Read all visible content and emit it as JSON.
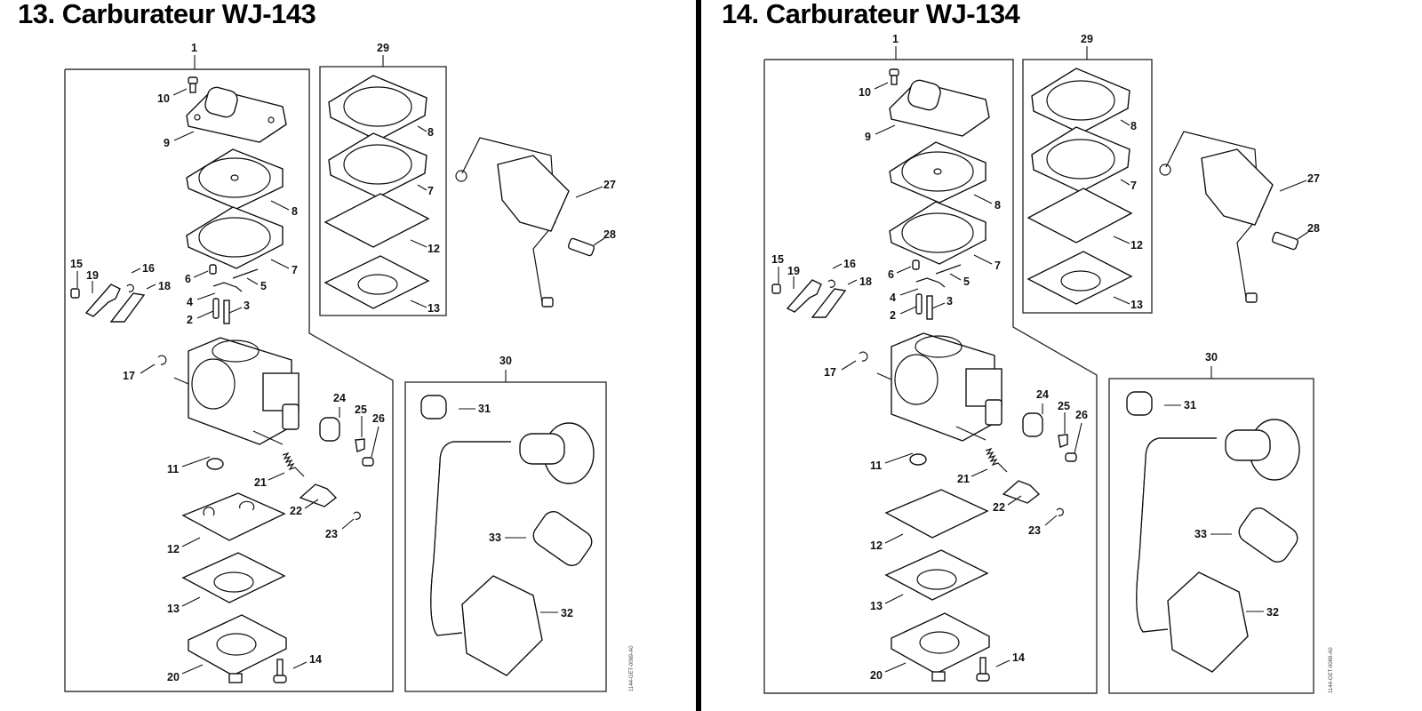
{
  "panels": [
    {
      "title": "13. Carburateur WJ-143",
      "drawing_ref": "1144-GET-0069-A0",
      "callouts": {
        "c1": "1",
        "c2": "2",
        "c3": "3",
        "c4": "4",
        "c5": "5",
        "c6": "6",
        "c7": "7",
        "c8": "8",
        "c9": "9",
        "c10": "10",
        "c11": "11",
        "c12": "12",
        "c13": "13",
        "c14": "14",
        "c15": "15",
        "c16": "16",
        "c17": "17",
        "c18": "18",
        "c19": "19",
        "c20": "20",
        "c21": "21",
        "c22": "22",
        "c23": "23",
        "c24": "24",
        "c25": "25",
        "c26": "26",
        "c27": "27",
        "c28": "28",
        "c29": "29",
        "c30": "30",
        "c31": "31",
        "c32": "32",
        "c33": "33",
        "k7": "7",
        "k8": "8",
        "k12": "12",
        "k13": "13"
      }
    },
    {
      "title": "14. Carburateur WJ-134",
      "drawing_ref": "1144-GET-0069-A0",
      "callouts": {
        "c1": "1",
        "c2": "2",
        "c3": "3",
        "c4": "4",
        "c5": "5",
        "c6": "6",
        "c7": "7",
        "c8": "8",
        "c9": "9",
        "c10": "10",
        "c11": "11",
        "c12": "12",
        "c13": "13",
        "c14": "14",
        "c15": "15",
        "c16": "16",
        "c17": "17",
        "c18": "18",
        "c19": "19",
        "c20": "20",
        "c21": "21",
        "c22": "22",
        "c23": "23",
        "c24": "24",
        "c25": "25",
        "c26": "26",
        "c27": "27",
        "c28": "28",
        "c29": "29",
        "c30": "30",
        "c31": "31",
        "c32": "32",
        "c33": "33",
        "k7": "7",
        "k8": "8",
        "k12": "12",
        "k13": "13"
      }
    }
  ]
}
